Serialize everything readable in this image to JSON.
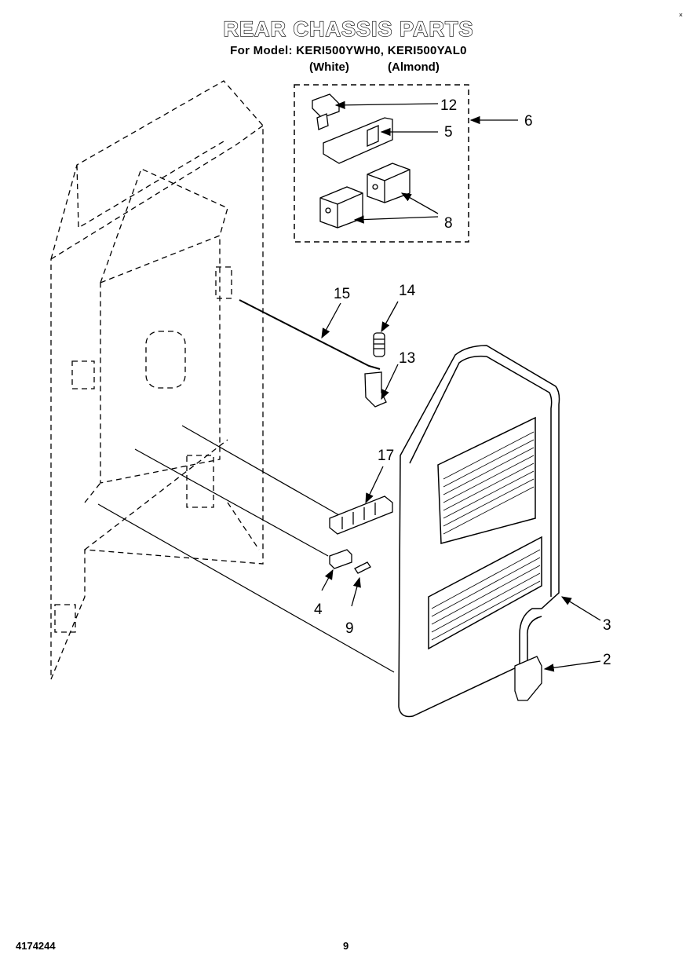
{
  "header": {
    "title": "REAR CHASSIS PARTS",
    "model_line": "For Model: KERI500YWH0, KERI500YAL0",
    "color_white": "(White)",
    "color_almond": "(Almond)",
    "corner_mark": "×"
  },
  "callouts": {
    "c12": "12",
    "c5": "5",
    "c6": "6",
    "c8": "8",
    "c15": "15",
    "c14": "14",
    "c13": "13",
    "c17": "17",
    "c3": "3",
    "c2": "2",
    "c4": "4",
    "c9": "9"
  },
  "footer": {
    "doc_number": "4174244",
    "page_number": "9"
  }
}
